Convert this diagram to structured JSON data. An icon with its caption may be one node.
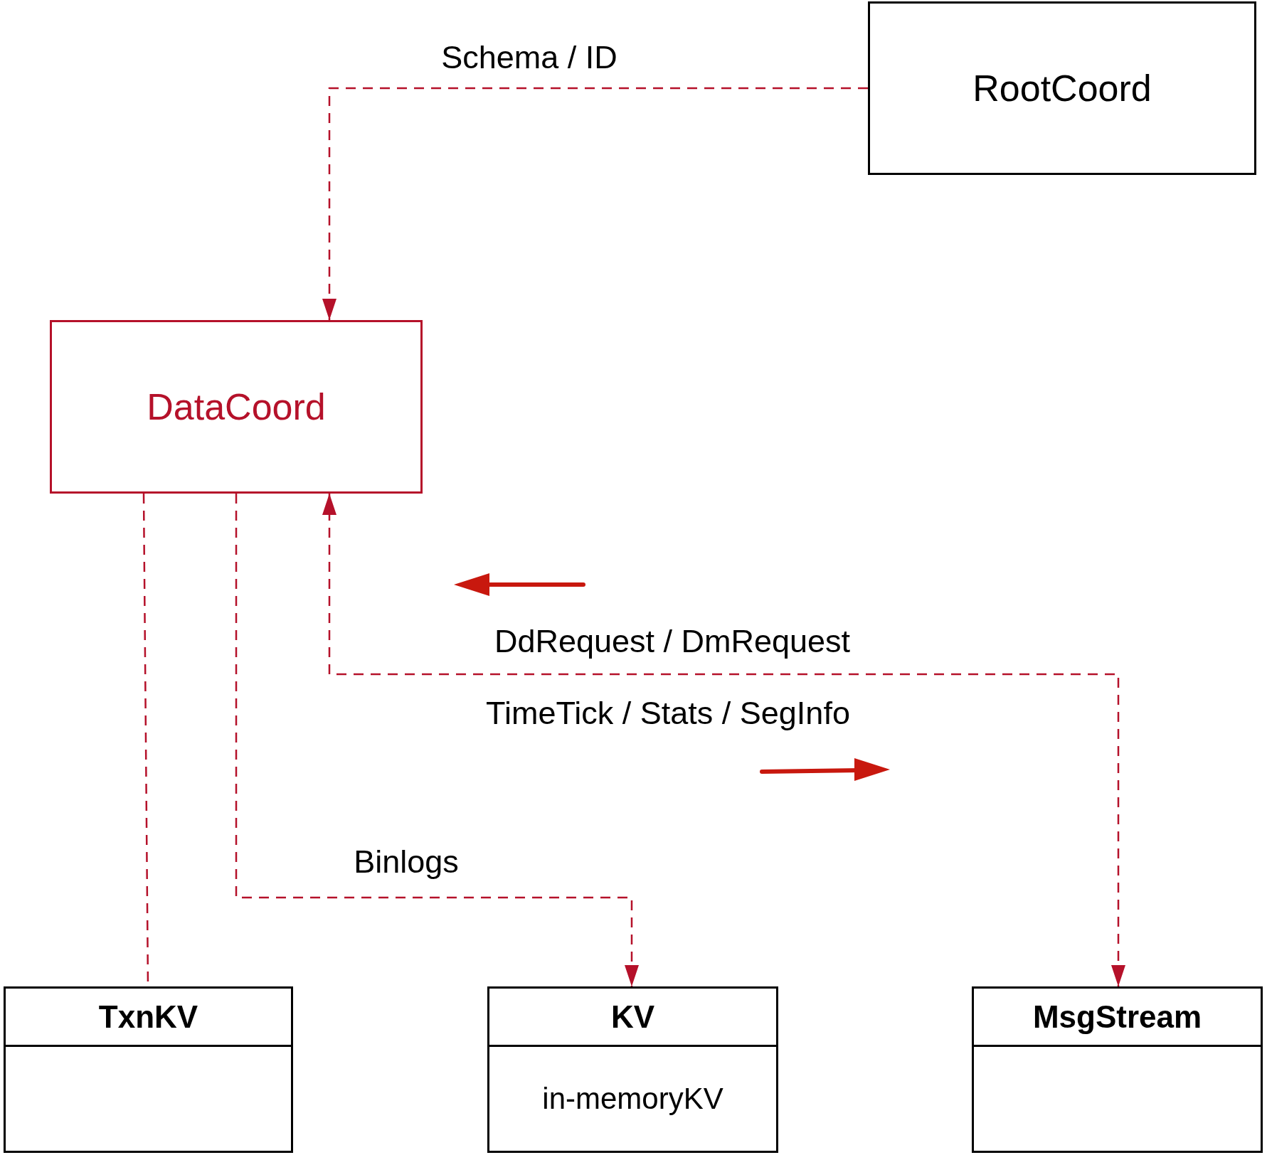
{
  "diagram": {
    "nodes": [
      {
        "text": [
          "RootCoord"
        ]
      },
      {
        "text": [
          "DataCoord"
        ]
      },
      {
        "text": [
          "TxnKV"
        ]
      },
      {
        "text": [
          "KV",
          "in-memoryKV"
        ]
      },
      {
        "text": [
          "MsgStream"
        ]
      }
    ],
    "edges": [
      {
        "from": 0,
        "to": 1,
        "arrow": "to",
        "label": "Schema / ID",
        "style": "dashed"
      },
      {
        "from": 1,
        "to": 4,
        "arrow": "both",
        "label": "DdRequest / DmRequest",
        "style": "dashed"
      },
      {
        "from": 1,
        "to": 3,
        "arrow": "to",
        "label": "Binlogs",
        "style": "dashed"
      },
      {
        "from": 1,
        "to": 2,
        "arrow": "none",
        "style": "dashed"
      }
    ],
    "labels": [
      "TimeTick / Stats / SegInfo"
    ]
  }
}
